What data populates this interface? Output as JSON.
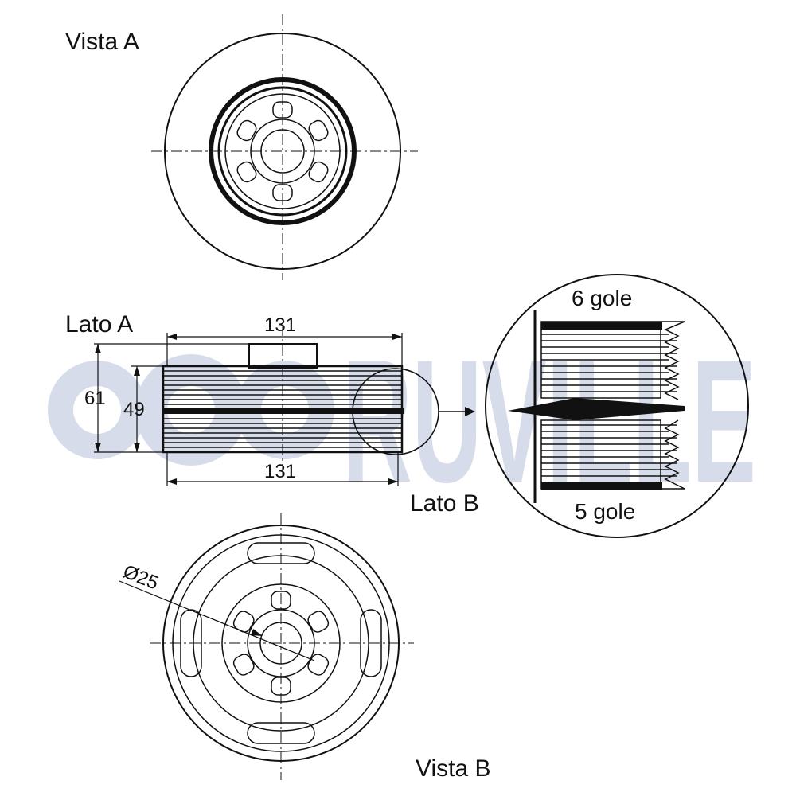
{
  "brand": {
    "logo_text": "RUVILLE",
    "watermark_color": "#d7dcea"
  },
  "views": {
    "view_a_label": "Vista A",
    "view_b_label": "Vista B",
    "side_a_label": "Lato A",
    "side_b_label": "Lato B"
  },
  "dimensions": {
    "width_top": "131",
    "width_bottom": "131",
    "outer_diameter": "61",
    "inner_diameter": "49",
    "bore": "Ø25"
  },
  "detail": {
    "grooves_top": "6 gole",
    "grooves_bottom": "5 gole"
  },
  "colors": {
    "line": "#111111",
    "background": "#ffffff"
  }
}
